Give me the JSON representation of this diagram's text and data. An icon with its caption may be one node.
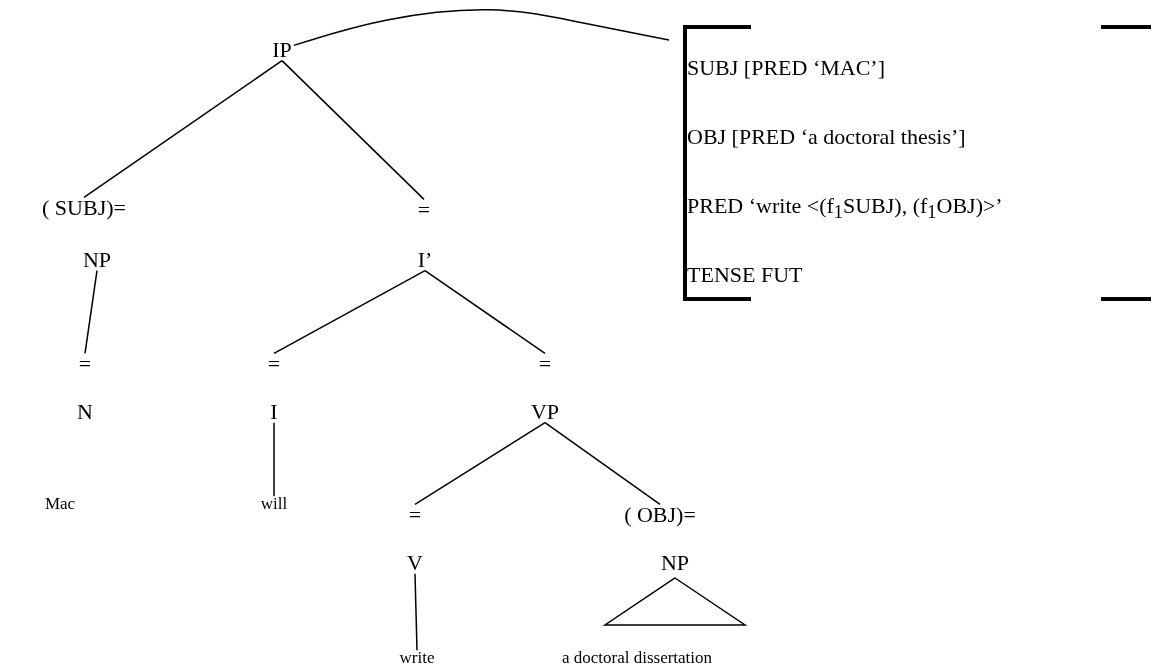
{
  "diagram": {
    "nodes": [
      {
        "text": [
          "IP"
        ]
      },
      {
        "text": [
          "( SUBJ)="
        ]
      },
      {
        "text": [
          "NP"
        ]
      },
      {
        "text": [
          "="
        ]
      },
      {
        "text": [
          "N"
        ]
      },
      {
        "text": [
          "Mac"
        ]
      },
      {
        "text": [
          "="
        ]
      },
      {
        "text": [
          "I’"
        ]
      },
      {
        "text": [
          "="
        ]
      },
      {
        "text": [
          "I"
        ]
      },
      {
        "text": [
          "will"
        ]
      },
      {
        "text": [
          "="
        ]
      },
      {
        "text": [
          "VP"
        ]
      },
      {
        "text": [
          "="
        ]
      },
      {
        "text": [
          "V"
        ]
      },
      {
        "text": [
          "write"
        ]
      },
      {
        "text": [
          "( OBJ)="
        ]
      },
      {
        "text": [
          "NP"
        ]
      },
      {
        "text": [
          "a doctoral dissertation"
        ]
      },
      {
        "text": [
          "SUBJ [PRED ‘MAC’]",
          "OBJ [PRED ‘a doctoral thesis’]",
          "PRED ‘write <(f$_{1}$SUBJ), (f$_{1}$OBJ)>’",
          "TENSE FUT"
        ]
      }
    ],
    "edges": [
      {
        "from": 0,
        "to": 1,
        "arrow": "none"
      },
      {
        "from": 0,
        "to": 6,
        "arrow": "none"
      },
      {
        "from": 2,
        "to": 3,
        "arrow": "none"
      },
      {
        "from": 7,
        "to": 8,
        "arrow": "none"
      },
      {
        "from": 7,
        "to": 11,
        "arrow": "none"
      },
      {
        "from": 9,
        "to": 10,
        "arrow": "none"
      },
      {
        "from": 12,
        "to": 13,
        "arrow": "none"
      },
      {
        "from": 12,
        "to": 16,
        "arrow": "none"
      },
      {
        "from": 14,
        "to": 15,
        "arrow": "none"
      },
      {
        "from": 0,
        "to": 19,
        "arrow": "none"
      }
    ]
  }
}
